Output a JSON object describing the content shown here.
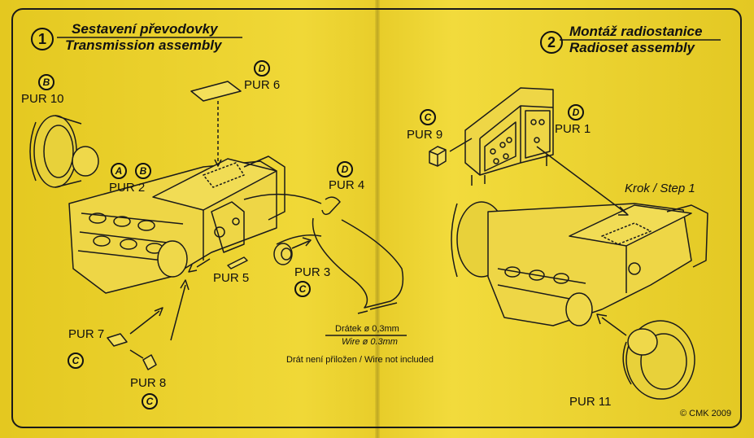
{
  "step1": {
    "number": "1",
    "title_cz": "Sestavení převodovky",
    "title_en": "Transmission assembly"
  },
  "step2": {
    "number": "2",
    "title_cz": "Montáž radiostanice",
    "title_en": "Radioset assembly",
    "krok": "Krok / Step 1"
  },
  "parts": {
    "pur10": "PUR 10",
    "pur6": "PUR 6",
    "pur2": "PUR 2",
    "pur4": "PUR 4",
    "pur3": "PUR 3",
    "pur5": "PUR 5",
    "pur7": "PUR 7",
    "pur8": "PUR 8",
    "pur9": "PUR 9",
    "pur1": "PUR 1",
    "pur11": "PUR 11"
  },
  "badges": {
    "pur10": "B",
    "pur6": "D",
    "pur2_a": "A",
    "pur2_b": "B",
    "pur4": "D",
    "pur3": "C",
    "pur7": "C",
    "pur8": "C",
    "pur9": "C",
    "pur1": "D"
  },
  "wire": {
    "cz": "Drátek ø 0,3mm",
    "en": "Wire ø 0.3mm",
    "note": "Drát není přiložen / Wire not included"
  },
  "copyright": "© CMK 2009"
}
